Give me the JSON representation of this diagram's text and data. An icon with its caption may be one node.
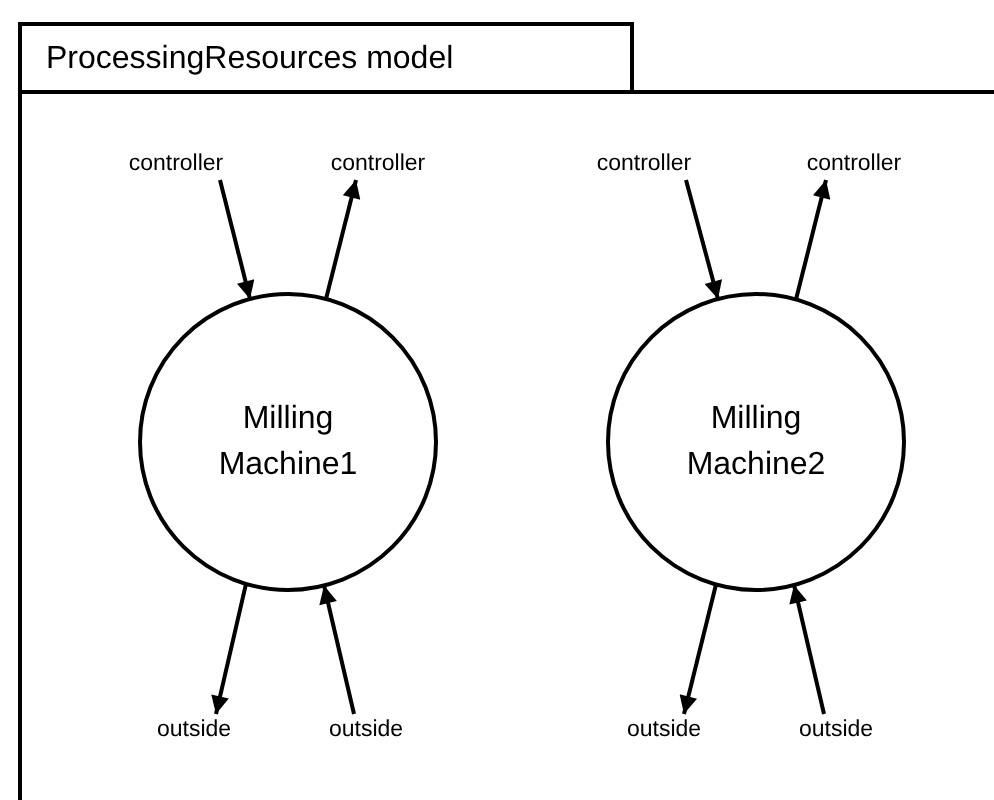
{
  "diagram": {
    "nodes": [
      {
        "text": [
          "ProcessingResources model"
        ]
      },
      {
        "text": [
          "controller"
        ],
        "in": 0
      },
      {
        "text": [
          "controller"
        ],
        "in": 0
      },
      {
        "text": [
          "controller"
        ],
        "in": 0
      },
      {
        "text": [
          "controller"
        ],
        "in": 0
      },
      {
        "text": [
          "Milling Machine1"
        ],
        "in": 0
      },
      {
        "text": [
          "Milling Machine2"
        ],
        "in": 0
      },
      {
        "text": [
          "outside"
        ],
        "in": 0
      },
      {
        "text": [
          "outside"
        ],
        "in": 0
      },
      {
        "text": [
          "outside"
        ],
        "in": 0
      },
      {
        "text": [
          "outside"
        ],
        "in": 0
      }
    ],
    "edges": [
      {
        "from": 1,
        "to": 5,
        "arrow": "to"
      },
      {
        "from": 5,
        "to": 2,
        "arrow": "to"
      },
      {
        "from": 3,
        "to": 6,
        "arrow": "to"
      },
      {
        "from": 6,
        "to": 4,
        "arrow": "to"
      },
      {
        "from": 5,
        "to": 7,
        "arrow": "to"
      },
      {
        "from": 8,
        "to": 5,
        "arrow": "to"
      },
      {
        "from": 6,
        "to": 9,
        "arrow": "to"
      },
      {
        "from": 10,
        "to": 6,
        "arrow": "to"
      }
    ]
  }
}
